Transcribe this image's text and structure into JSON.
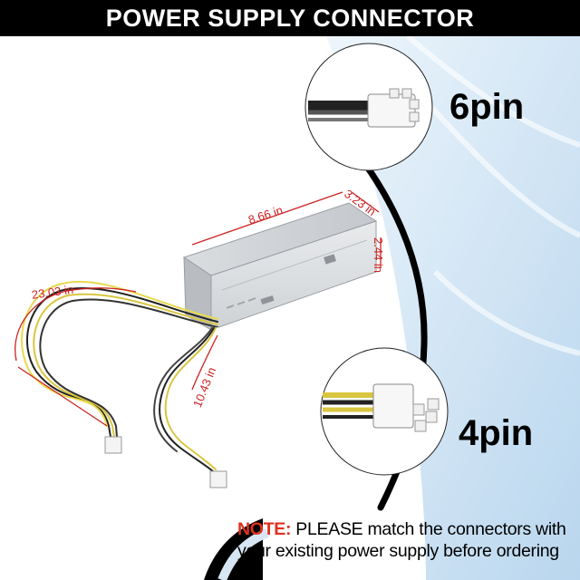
{
  "header": {
    "title": "POWER SUPPLY CONNECTOR"
  },
  "dimensions": {
    "width": "8.66 in",
    "depth": "3.23 in",
    "height": "2.44 in",
    "long_cable": "23.03 in",
    "short_cable": "10.43 in"
  },
  "connectors": {
    "six_pin": "6pin",
    "four_pin": "4pin"
  },
  "note": {
    "prefix": "NOTE:",
    "text": " PLEASE match the connectors with your existing power supply before ordering"
  },
  "colors": {
    "header_bg": "#000000",
    "dimension_red": "#cc2222",
    "note_red": "#e0301e",
    "swoosh_blue": "#cfe3f3"
  }
}
